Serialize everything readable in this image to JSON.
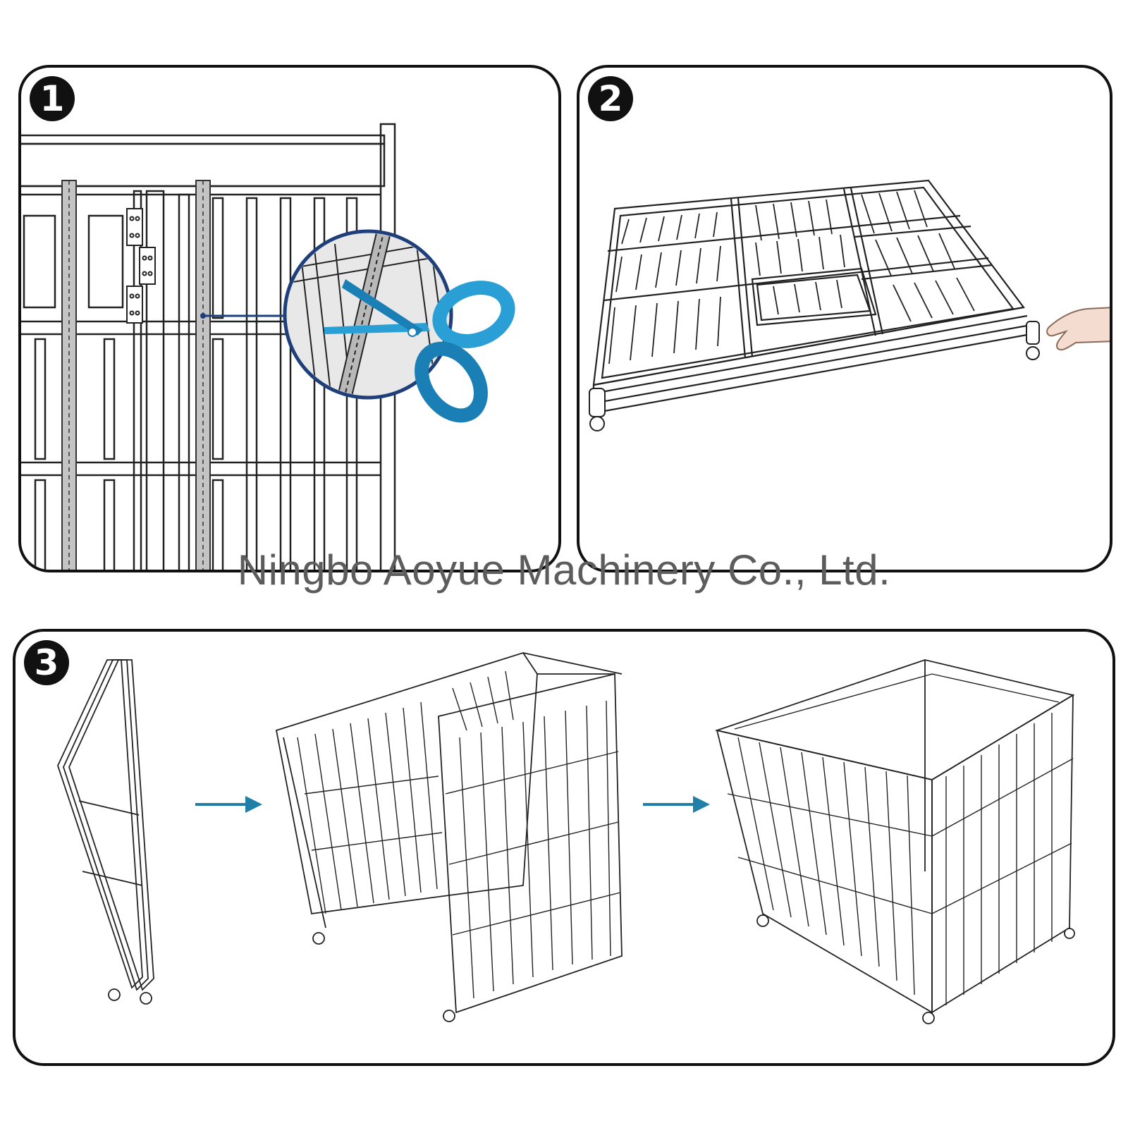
{
  "steps": [
    {
      "number": "1",
      "icon": "scissors-icon",
      "accent": "#2a9fd6"
    },
    {
      "number": "2",
      "icon": "hand-icon"
    },
    {
      "number": "3",
      "icon": "arrow-right-icon",
      "accent": "#1f7fa6"
    }
  ],
  "watermark": "Ningbo Aoyue Machinery Co., Ltd."
}
